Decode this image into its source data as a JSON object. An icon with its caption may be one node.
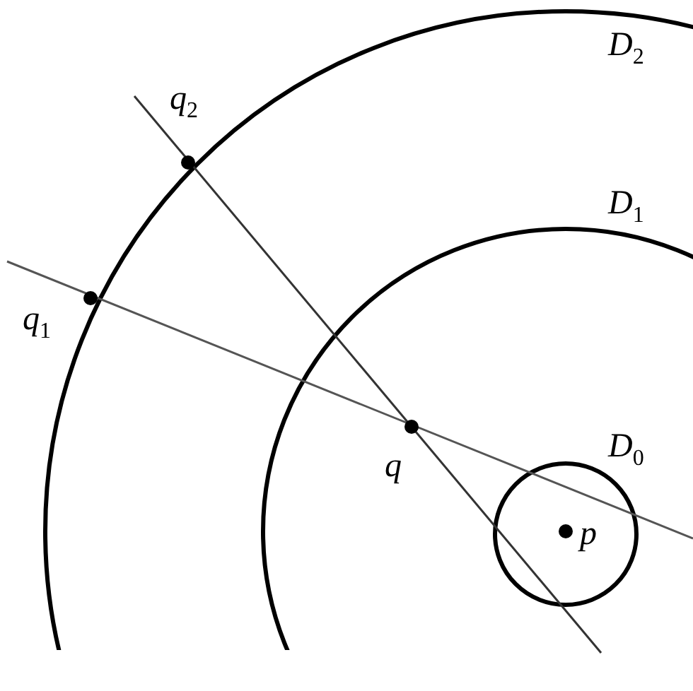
{
  "diagram": {
    "labels": [
      "*D*$_{2}$",
      "*q*$_{2}$",
      "*D*$_{1}$",
      "*q*$_{1}$",
      "*q*",
      "*D*$_{0}$",
      "*p*"
    ]
  }
}
